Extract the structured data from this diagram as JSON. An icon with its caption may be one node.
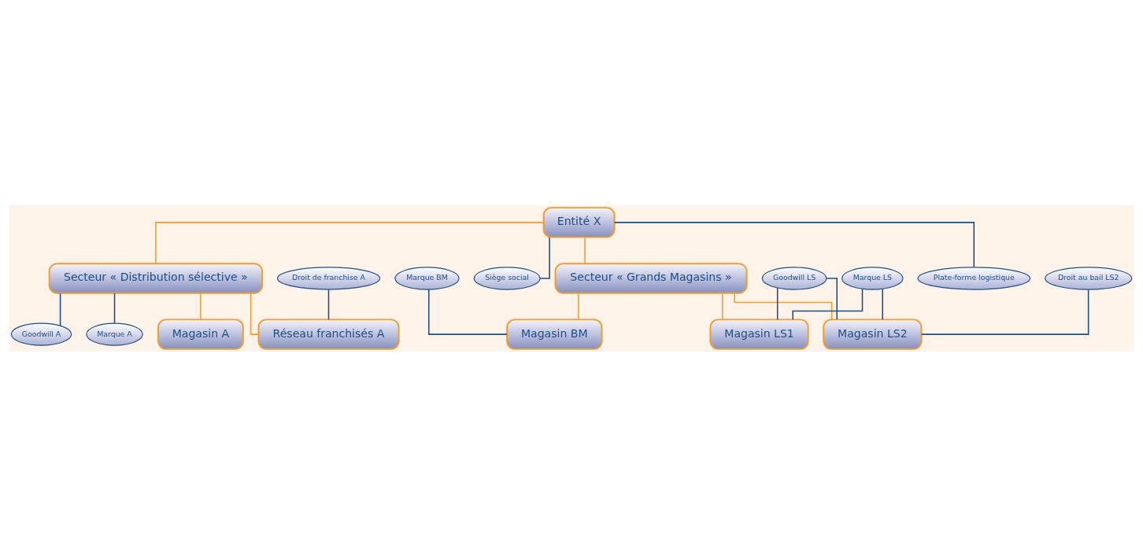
{
  "diagram": {
    "nodes": [
      {
        "text": [
          "Entité X"
        ]
      },
      {
        "text": [
          "Siège social"
        ]
      },
      {
        "text": [
          "Plate-forme logistique"
        ]
      },
      {
        "text": [
          "Secteur « Grands Magasins »"
        ]
      },
      {
        "text": [
          "Secteur « Distribution sélective »"
        ]
      },
      {
        "text": [
          "Goodwill LS"
        ]
      },
      {
        "text": [
          "Marque LS"
        ]
      },
      {
        "text": [
          "Marque BM"
        ]
      },
      {
        "text": [
          "Droit au bail LS2"
        ]
      },
      {
        "text": [
          "Goodwill A"
        ]
      },
      {
        "text": [
          "Marque A"
        ]
      },
      {
        "text": [
          "Droit de franchise A"
        ]
      },
      {
        "text": [
          "Magasin BM"
        ]
      },
      {
        "text": [
          "Magasin LS1"
        ]
      },
      {
        "text": [
          "Magasin LS2"
        ]
      },
      {
        "text": [
          "Magasin A"
        ]
      },
      {
        "text": [
          "Réseau franchisés A"
        ]
      }
    ],
    "edges": [
      {
        "from": 0,
        "to": 1,
        "arrow": "none"
      },
      {
        "from": 0,
        "to": 2,
        "arrow": "none"
      },
      {
        "from": 0,
        "to": 3,
        "arrow": "none",
        "color": "#f39c2c"
      },
      {
        "from": 0,
        "to": 4,
        "arrow": "none",
        "color": "#f39c2c"
      },
      {
        "from": 3,
        "to": 12,
        "arrow": "none",
        "color": "#f39c2c"
      },
      {
        "from": 3,
        "to": 13,
        "arrow": "none",
        "color": "#f39c2c"
      },
      {
        "from": 3,
        "to": 14,
        "arrow": "none",
        "color": "#f39c2c"
      },
      {
        "from": 5,
        "to": 13,
        "arrow": "none"
      },
      {
        "from": 5,
        "to": 14,
        "arrow": "none"
      },
      {
        "from": 6,
        "to": 13,
        "arrow": "none"
      },
      {
        "from": 6,
        "to": 14,
        "arrow": "none"
      },
      {
        "from": 7,
        "to": 12,
        "arrow": "none"
      },
      {
        "from": 8,
        "to": 14,
        "arrow": "none"
      },
      {
        "from": 4,
        "to": 9,
        "arrow": "none"
      },
      {
        "from": 4,
        "to": 10,
        "arrow": "none"
      },
      {
        "from": 4,
        "to": 15,
        "arrow": "none",
        "color": "#f39c2c"
      },
      {
        "from": 4,
        "to": 16,
        "arrow": "none",
        "color": "#f39c2c"
      },
      {
        "from": 11,
        "to": 16,
        "arrow": "none"
      }
    ]
  }
}
